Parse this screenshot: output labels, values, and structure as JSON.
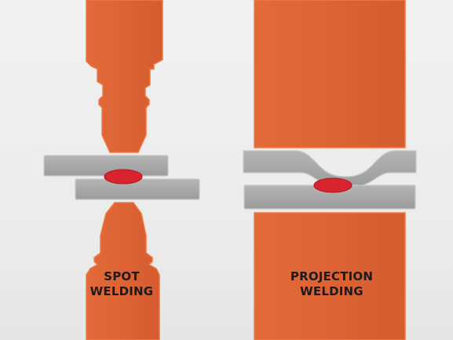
{
  "colors": {
    "electrode": "#dd6334",
    "electrode_edge": "#f07a45",
    "sheet": "#a9a9a9",
    "sheet_edge": "#c8c8c8",
    "nugget": "#d9232e",
    "background": "#ececec"
  },
  "labels": {
    "spot": {
      "line1": "SPOT",
      "line2": "WELDING"
    },
    "projection": {
      "line1": "PROJECTION",
      "line2": "WELDING"
    }
  }
}
